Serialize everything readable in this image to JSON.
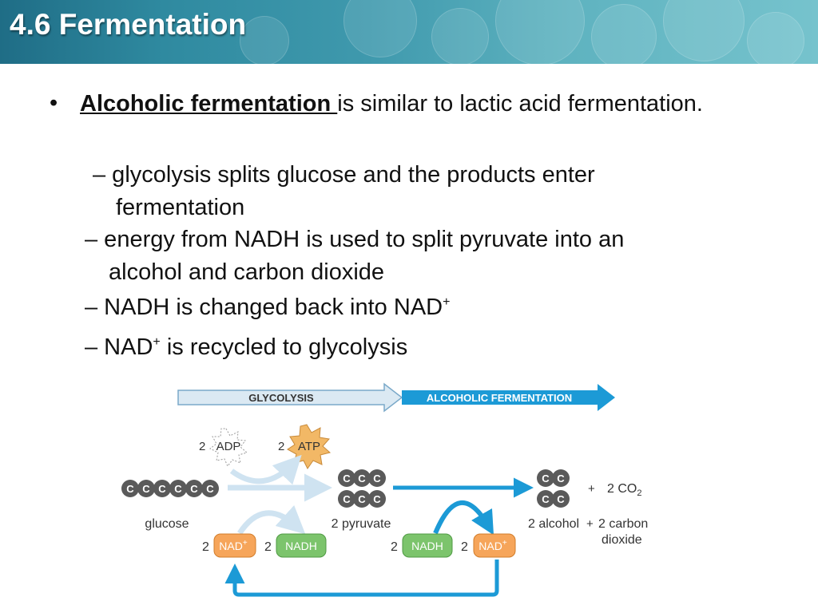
{
  "header": {
    "title": "4.6 Fermentation"
  },
  "bullets": {
    "main": {
      "marker": "•",
      "term": "Alcoholic fermentation ",
      "rest": "is similar to lactic acid fermentation."
    },
    "subs": [
      {
        "line1": "– glycolysis splits glucose and the products enter",
        "line2": "fermentation"
      },
      {
        "line1": "– energy from NADH is used to split pyruvate into an",
        "line2": "alcohol and carbon dioxide"
      },
      {
        "pre": "– NADH is changed back into NAD",
        "sup": "+",
        "post": ""
      },
      {
        "pre": "– NAD",
        "sup": "+",
        "post": " is recycled to glycolysis"
      }
    ]
  },
  "diagram": {
    "stage_glycolysis": "GLYCOLYSIS",
    "stage_fermentation": "ALCOHOLIC FERMENTATION",
    "adp_count": "2",
    "adp": "ADP",
    "atp_count": "2",
    "atp": "ATP",
    "carbon": "C",
    "glucose": "glucose",
    "pyruvate": "2 pyruvate",
    "alcohol": "2 alcohol",
    "plus": "+",
    "co2_a": "2 CO",
    "co2_sub": "2",
    "co2_plus": "+",
    "carbon_dioxide_1": "2 carbon",
    "carbon_dioxide_2": "dioxide",
    "count2": "2",
    "nad": "NAD",
    "nad_sup": "+",
    "nadh": "NADH",
    "colors": {
      "glycolysis_arrow": "#dbe9f3",
      "fermentation_arrow": "#1c9ad6",
      "nad": "#f6a55a",
      "nadh": "#7cc46c",
      "atp": "#f2b866",
      "carbon": "#5a5a5a",
      "recycle": "#1c9ad6"
    }
  }
}
